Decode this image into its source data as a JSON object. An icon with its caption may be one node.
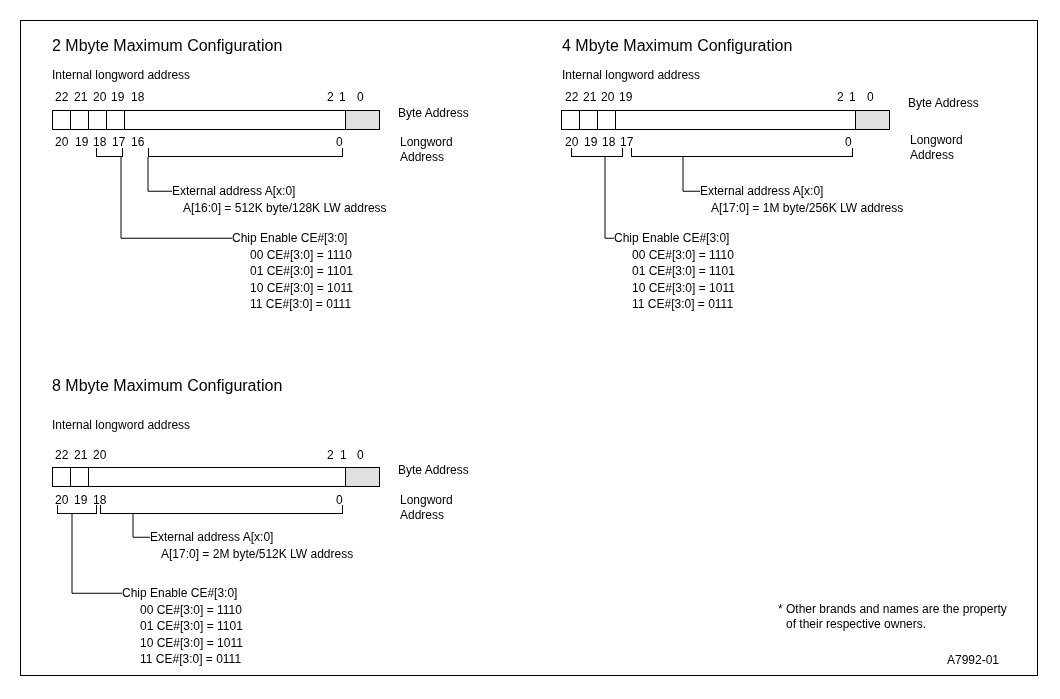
{
  "diagram": {
    "nodes": [
      {
        "text": [],
        "shape": "box"
      },
      {
        "text": [],
        "shape": "box"
      },
      {
        "text": [],
        "shape": "box"
      },
      {
        "text": [],
        "shape": "box"
      },
      {
        "text": [],
        "shape": "box"
      },
      {
        "text": [],
        "shape": "box"
      },
      {
        "text": [],
        "shape": "bracket"
      },
      {
        "text": [],
        "shape": "bracket"
      },
      {
        "text": [
          "External address A[x:0]",
          "A[16:0] = 512K byte/128K LW address"
        ]
      },
      {
        "text": [
          "Chip Enable CE#[3:0]",
          "00 CE#[3:0] = 1110",
          "01 CE#[3:0] = 1101",
          "10 CE#[3:0] = 1011",
          "11 CE#[3:0] = 0111"
        ]
      },
      {
        "text": [],
        "shape": "box"
      },
      {
        "text": [],
        "shape": "box"
      },
      {
        "text": [],
        "shape": "box"
      },
      {
        "text": [],
        "shape": "box"
      },
      {
        "text": [],
        "shape": "box"
      },
      {
        "text": [],
        "shape": "bracket"
      },
      {
        "text": [],
        "shape": "bracket"
      },
      {
        "text": [
          "External address A[x:0]",
          "A[17:0] = 1M byte/256K LW address"
        ]
      },
      {
        "text": [
          "Chip Enable CE#[3:0]",
          "00 CE#[3:0] = 1110",
          "01 CE#[3:0] = 1101",
          "10 CE#[3:0] = 1011",
          "11 CE#[3:0] = 0111"
        ]
      },
      {
        "text": [],
        "shape": "box"
      },
      {
        "text": [],
        "shape": "box"
      },
      {
        "text": [],
        "shape": "box"
      },
      {
        "text": [],
        "shape": "box"
      },
      {
        "text": [],
        "shape": "bracket"
      },
      {
        "text": [],
        "shape": "bracket"
      },
      {
        "text": [
          "External address A[x:0]",
          "A[17:0] = 2M byte/512K LW address"
        ]
      },
      {
        "text": [
          "Chip Enable CE#[3:0]",
          "00 CE#[3:0] = 1110",
          "01 CE#[3:0] = 1101",
          "10 CE#[3:0] = 1011",
          "11 CE#[3:0] = 0111"
        ]
      }
    ],
    "edges": [
      {
        "from": 8,
        "to": 7,
        "arrow": "none"
      },
      {
        "from": 9,
        "to": 6,
        "arrow": "none"
      },
      {
        "from": 17,
        "to": 16,
        "arrow": "none"
      },
      {
        "from": 18,
        "to": 15,
        "arrow": "none"
      },
      {
        "from": 25,
        "to": 24,
        "arrow": "none"
      },
      {
        "from": 26,
        "to": 23,
        "arrow": "none"
      }
    ],
    "labels": [
      "2 Mbyte Maximum Configuration",
      "Internal longword address",
      "22",
      "21",
      "20",
      "19",
      "18",
      "2",
      "1",
      "0",
      "Byte Address",
      "20",
      "19",
      "18",
      "17",
      "16",
      "0",
      "Longword Address",
      "4 Mbyte Maximum Configuration",
      "Internal longword address",
      "22",
      "21",
      "20",
      "19",
      "2",
      "1",
      "0",
      "Byte Address",
      "20",
      "19",
      "18",
      "17",
      "0",
      "Longword Address",
      "8 Mbyte Maximum Configuration",
      "Internal longword address",
      "22",
      "21",
      "20",
      "2",
      "1",
      "0",
      "Byte Address",
      "20",
      "19",
      "18",
      "0",
      "Longword Address",
      "* Other brands and names are the property of their respective owners.",
      "A7992-01"
    ]
  }
}
